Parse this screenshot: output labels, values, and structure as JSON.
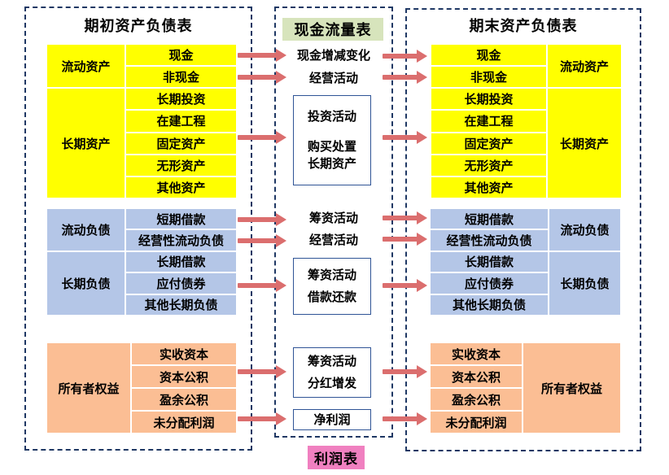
{
  "diagram": {
    "begin_sheet_title": "期初资产负债表",
    "cash_flow_title": "现金流量表",
    "end_sheet_title": "期末资产负债表",
    "income_statement_title": "利润表"
  },
  "balance_sheet": {
    "current_assets": "流动资产",
    "cash": "现金",
    "non_cash": "非现金",
    "long_term_assets": "长期资产",
    "long_term_investment": "长期投资",
    "construction_in_progress": "在建工程",
    "fixed_assets": "固定资产",
    "intangible_assets": "无形资产",
    "other_assets": "其他资产",
    "current_liabilities": "流动负债",
    "short_term_borrowings": "短期借款",
    "operating_current_liabilities": "经营性流动负债",
    "long_term_liabilities": "长期负债",
    "long_term_borrowings": "长期借款",
    "bonds_payable": "应付债券",
    "other_long_term_liabilities": "其他长期负债",
    "owners_equity": "所有者权益",
    "paid_in_capital": "实收资本",
    "capital_reserve": "资本公积",
    "surplus_reserve": "盈余公积",
    "retained_profit": "未分配利润"
  },
  "cash_flow": {
    "cash_change": "现金增减变化",
    "operating_top": "经营活动",
    "investing_line1": "投资活动",
    "investing_line2": "购买处置",
    "investing_line3": "长期资产",
    "financing_mid": "筹资活动",
    "operating_mid": "经营活动",
    "borrow_line1": "筹资活动",
    "borrow_line2": "借款还款",
    "dividend_line1": "筹资活动",
    "dividend_line2": "分红增发",
    "net_profit": "净利润"
  },
  "colors": {
    "assets_fill": "#FFFF00",
    "liabilities_fill": "#B4C6E7",
    "equity_fill": "#FBBE94",
    "cash_flow_header_fill": "#D7E4BC",
    "income_label_fill": "#F080C0",
    "arrow": "#DB6E6E",
    "panel_border": "#1F3864",
    "process_box_border": "#2F5496"
  }
}
